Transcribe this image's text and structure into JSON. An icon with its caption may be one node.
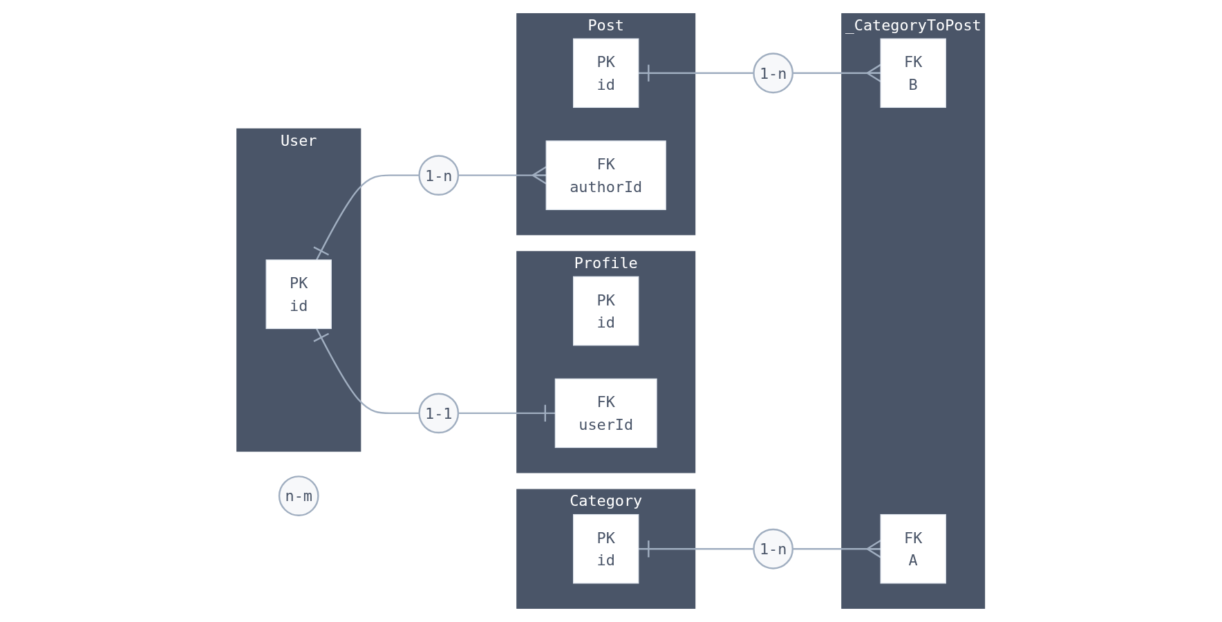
{
  "diagram": {
    "nodes": [
      {
        "text": [
          "User"
        ]
      },
      {
        "text": [
          "PK",
          "id"
        ],
        "in": 0
      },
      {
        "text": [
          "1-1"
        ]
      },
      {
        "text": [
          "1-n"
        ]
      },
      {
        "text": [
          "Post"
        ]
      },
      {
        "text": [
          "PK",
          "id"
        ],
        "in": 4
      },
      {
        "text": [
          "FK",
          "authorId"
        ],
        "in": 4
      },
      {
        "text": [
          "1-n"
        ]
      },
      {
        "text": [
          "_CategoryToPost"
        ]
      },
      {
        "text": [
          "FK",
          "B"
        ],
        "in": 8
      },
      {
        "text": [
          "FK",
          "A"
        ],
        "in": 8
      },
      {
        "text": [
          "n-m"
        ]
      },
      {
        "text": [
          "Profile"
        ]
      },
      {
        "text": [
          "PK",
          "id"
        ],
        "in": 12
      },
      {
        "text": [
          "FK",
          "userId"
        ],
        "in": 12
      },
      {
        "text": [
          "1-n"
        ]
      },
      {
        "text": [
          "Category"
        ]
      },
      {
        "text": [
          "PK",
          "id"
        ],
        "in": 16
      }
    ],
    "edges": [
      {
        "from": 1,
        "to": 2,
        "arrow": "other"
      },
      {
        "from": 2,
        "to": 14,
        "arrow": "other"
      },
      {
        "from": 1,
        "to": 3,
        "arrow": "other"
      },
      {
        "from": 3,
        "to": 6,
        "arrow": "other"
      },
      {
        "from": 5,
        "to": 7,
        "arrow": "other"
      },
      {
        "from": 7,
        "to": 9,
        "arrow": "other"
      },
      {
        "from": 17,
        "to": 15,
        "arrow": "other"
      },
      {
        "from": 15,
        "to": 10,
        "arrow": "other"
      }
    ]
  }
}
